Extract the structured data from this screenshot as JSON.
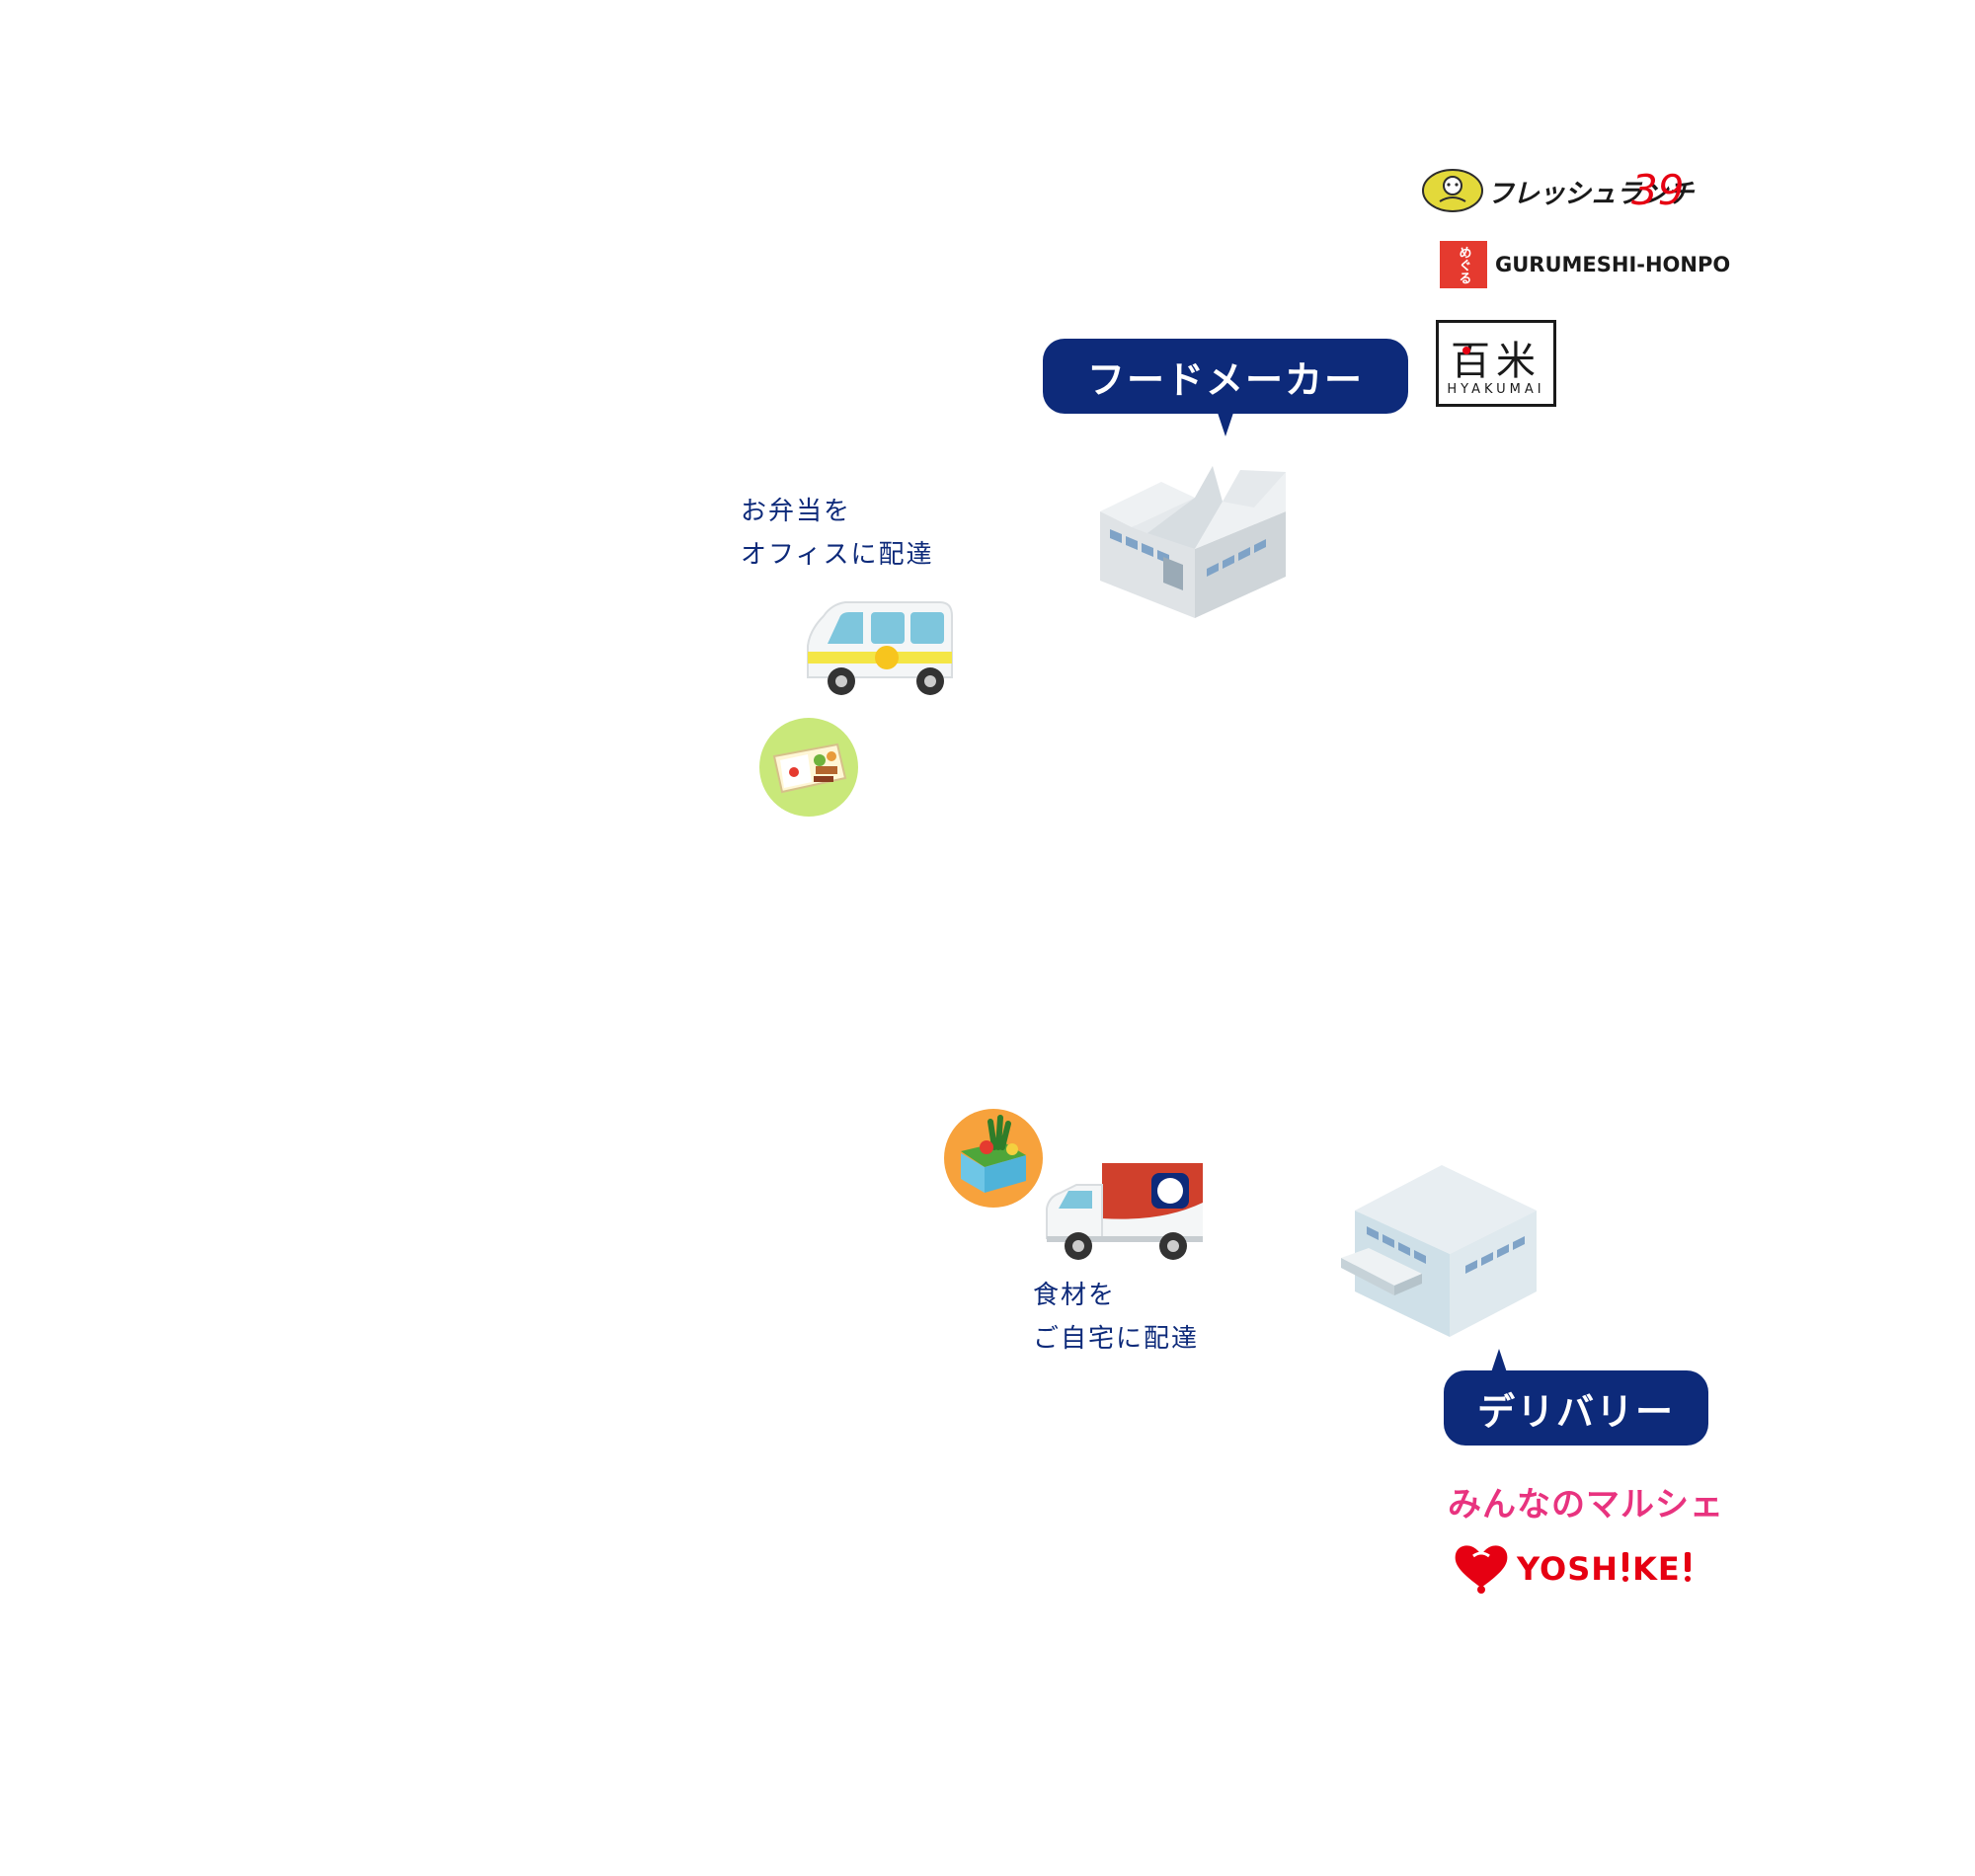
{
  "colors": {
    "navy": "#0d2a7a",
    "pink": "#e8337f",
    "red": "#e60012",
    "meguru_red": "#e53a2f",
    "lime": "#c9e87a",
    "orange": "#f7a23c",
    "van_yellow": "#f4e646",
    "truck_red": "#d0402c"
  },
  "food_maker": {
    "label": "フードメーカー",
    "caption_line1": "お弁当を",
    "caption_line2": "オフィスに配達",
    "brands": {
      "fresh_lunch": "フレッシュランチ",
      "fresh_lunch_number": "39",
      "gurumeshi": "GURUMESHI-HONPO",
      "meguru_mark": "めぐる",
      "hyakumai_mark": "百米",
      "hyakumai": "HYAKUMAI"
    },
    "icons": [
      "factory-icon",
      "delivery-van-icon",
      "bento-box-icon"
    ]
  },
  "delivery": {
    "label": "デリバリー",
    "caption_line1": "食材を",
    "caption_line2": "ご自宅に配達",
    "brands": {
      "minna_no_marche": "みんなのマルシェ",
      "yoshikei_part1": "YOSH",
      "yoshikei_part2": "KE"
    },
    "icons": [
      "warehouse-icon",
      "delivery-truck-icon",
      "vegetable-box-icon"
    ]
  }
}
